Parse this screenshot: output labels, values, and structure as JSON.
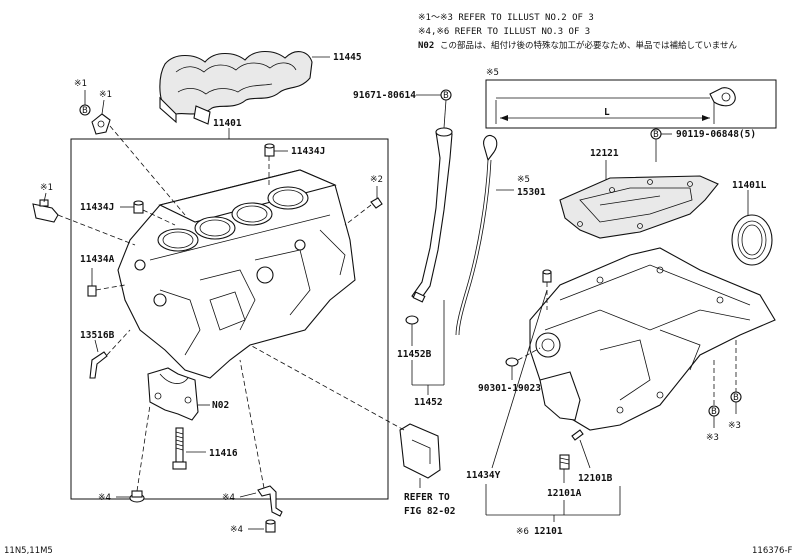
{
  "notes": {
    "line1": "※1～※3 REFER TO ILLUST NO.2 OF 3",
    "line2": "※4,※6 REFER TO ILLUST NO.3 OF 3",
    "line3_code": "N02",
    "line3_text": "この部品は、組付け後の特殊な加工が必要なため、単品では補給していません"
  },
  "labels": {
    "p11445": "11445",
    "p11401": "11401",
    "p11434J_a": "11434J",
    "p11434J_b": "11434J",
    "p11434A": "11434A",
    "p13516B": "13516B",
    "pN02": "N02",
    "p11416": "11416",
    "p91671": "91671-80614",
    "p15301": "15301",
    "p11452B": "11452B",
    "p11452": "11452",
    "p12121": "12121",
    "p90119": "90119-06848(5)",
    "p11401L": "11401L",
    "p90301": "90301-19023",
    "p11434Y": "11434Y",
    "p12101A": "12101A",
    "p12101B": "12101B",
    "p12101": "12101",
    "refer1": "REFER TO",
    "refer2": "FIG 82-02",
    "dim_L": "L"
  },
  "marks": {
    "m1a": "※1",
    "m1b": "※1",
    "m1c": "※1",
    "m2": "※2",
    "m3a": "※3",
    "m3b": "※3",
    "m4a": "※4",
    "m4b": "※4",
    "m4c": "※4",
    "m5a": "※5",
    "m5b": "※5",
    "m6": "※6",
    "circleB": "B"
  },
  "footer": {
    "left": "11N5,11M5",
    "right": "116376-F"
  }
}
